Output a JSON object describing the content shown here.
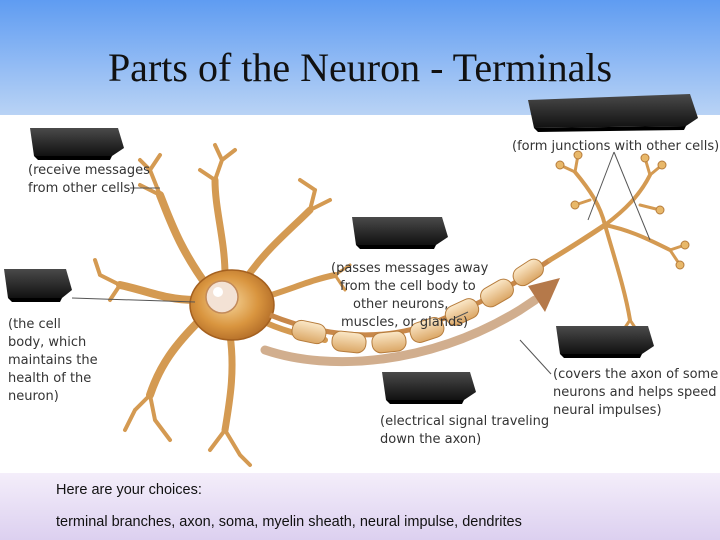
{
  "slide": {
    "title": "Parts of the Neuron - Terminals",
    "choices_intro": "Here are your choices:",
    "choices_list": "terminal branches, axon, soma, myelin sheath, neural impulse, dendrites"
  },
  "labels": {
    "dendrites_desc": [
      "(receive messages",
      "from other cells)"
    ],
    "soma_desc": [
      "(the cell",
      "body, which",
      "maintains the",
      "health of the",
      "neuron)"
    ],
    "axon_desc": [
      "(passes messages away",
      "from the cell body to",
      "other neurons,",
      "muscles, or glands)"
    ],
    "terminals_desc": [
      "(form junctions with other cells)"
    ],
    "myelin_desc": [
      "(covers the axon of some",
      "neurons and helps speed",
      "neural impulses)"
    ],
    "impulse_desc": [
      "(electrical signal traveling",
      "down the axon)"
    ]
  },
  "colors": {
    "title_band": "#5f9cf2",
    "footer_band": "#e8def5",
    "label_box": "#2b2b2b",
    "neuron": "#e8b86a",
    "nucleus": "#f3e2d5"
  }
}
